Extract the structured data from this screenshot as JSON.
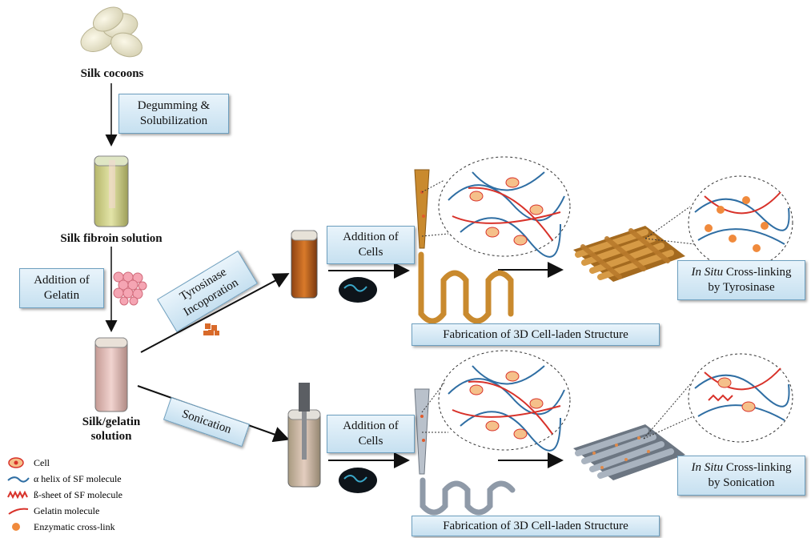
{
  "labels": {
    "silk_cocoons": "Silk cocoons",
    "silk_fibroin_solution": "Silk fibroin solution",
    "silk_gelatin_line1": "Silk/gelatin",
    "silk_gelatin_line2": "solution"
  },
  "steps": {
    "degumming_line1": "Degumming &",
    "degumming_line2": "Solubilization",
    "gelatin_line1": "Addition of",
    "gelatin_line2": "Gelatin",
    "tyrosinase_line1": "Tyrosinase",
    "tyrosinase_line2": "Incoporation",
    "sonication": "Sonication",
    "cells_top_line1": "Addition of",
    "cells_top_line2": "Cells",
    "cells_bottom_line1": "Addition of",
    "cells_bottom_line2": "Cells",
    "fabrication_top": "Fabrication of 3D Cell-laden Structure",
    "fabrication_bottom": "Fabrication of 3D Cell-laden Structure",
    "insitu_top_italic": "In Situ",
    "insitu_top_rest": " Cross-linking",
    "insitu_top_line2": "by Tyrosinase",
    "insitu_bottom_italic": "In Situ",
    "insitu_bottom_rest": " Cross-linking",
    "insitu_bottom_line2": "by Sonication"
  },
  "legend": [
    {
      "label": "Cell",
      "icon": "cell-icon"
    },
    {
      "label": "α helix of SF molecule",
      "icon": "alpha-helix-icon"
    },
    {
      "label": "ß-sheet of SF molecule",
      "icon": "beta-sheet-icon"
    },
    {
      "label": "Gelatin molecule",
      "icon": "gelatin-molecule-icon"
    },
    {
      "label": "Enzymatic cross-link",
      "icon": "enzymatic-crosslink-icon"
    }
  ],
  "colors": {
    "box_fill": "#c6e0f0",
    "box_border": "#6d9fbf",
    "tyrosinase_scaffold": "#c98a2e",
    "sonication_scaffold": "#8f9aa8",
    "helix": "#2f6ea3",
    "beta_sheet": "#d8322a",
    "cell": "#e0703a",
    "crosslink": "#f08a3c"
  }
}
